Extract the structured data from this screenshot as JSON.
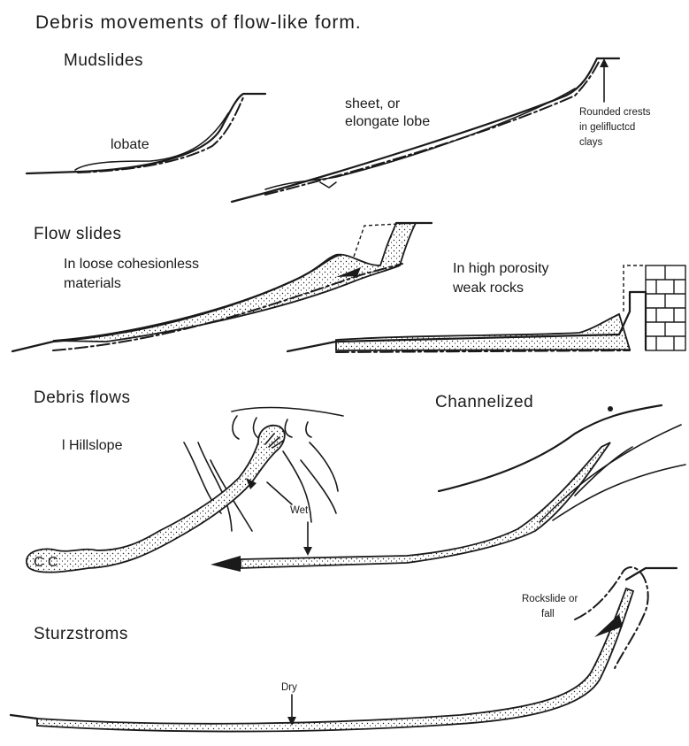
{
  "title": "Debris movements of flow-like form.",
  "sections": {
    "mudslides": {
      "heading": "Mudslides",
      "labels": {
        "lobate": "lobate",
        "sheet_line1": "sheet, or",
        "sheet_line2": "elongate lobe",
        "crest_line1": "Rounded crests",
        "crest_line2": "in gelifluctcd",
        "crest_line3": "clays"
      }
    },
    "flow_slides": {
      "heading": "Flow slides",
      "labels": {
        "loose_line1": "In loose cohesionless",
        "loose_line2": "materials",
        "porous_line1": "In high porosity",
        "porous_line2": "weak rocks"
      }
    },
    "debris_flows": {
      "heading": "Debris flows",
      "labels": {
        "hillslope": "l Hillslope",
        "wet": "Wet",
        "channelized": "Channelized"
      }
    },
    "sturzstroms": {
      "heading": "Sturzstroms",
      "labels": {
        "rockslide_line1": "Rockslide or",
        "rockslide_line2": "fall",
        "dry": "Dry"
      }
    }
  },
  "colors": {
    "ink": "#1a1a1a",
    "paper": "#ffffff"
  }
}
